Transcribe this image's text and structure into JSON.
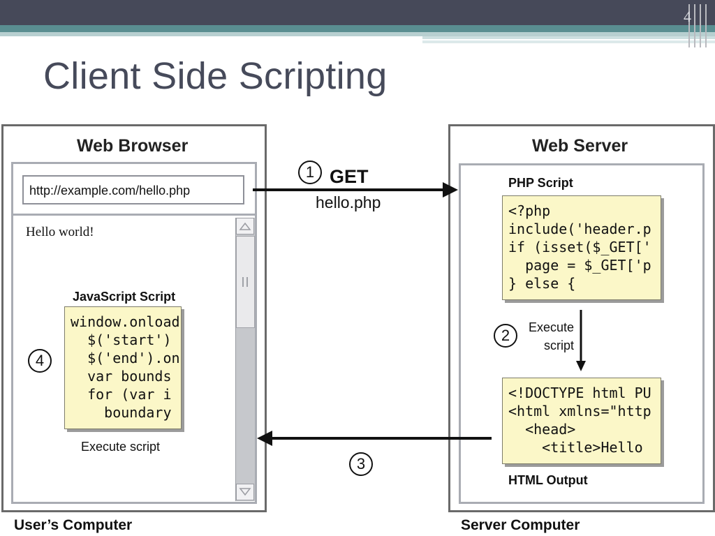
{
  "slide": {
    "page_number": "4",
    "title": "Client Side Scripting"
  },
  "browser": {
    "title": "Web Browser",
    "url": "http://example.com/hello.php",
    "content_text": "Hello world!",
    "js_label": "JavaScript Script",
    "js_code": "window.onload\n  $('start')\n  $('end').on\n  var bounds\n  for (var i\n    boundary",
    "execute_label": "Execute script",
    "step_number": "4",
    "computer_label": "User’s Computer"
  },
  "request": {
    "step_number": "1",
    "method": "GET",
    "file": "hello.php"
  },
  "server": {
    "title": "Web Server",
    "php_label": "PHP Script",
    "php_code": "<?php\ninclude('header.p\nif (isset($_GET['\n  page = $_GET['p\n} else {",
    "execute_step_number": "2",
    "execute_label": "Execute\nscript",
    "html_code": "<!DOCTYPE html PU\n<html xmlns=\"http\n  <head>\n    <title>Hello",
    "html_label": "HTML Output",
    "computer_label": "Server Computer"
  },
  "response": {
    "step_number": "3"
  },
  "colors": {
    "top_bar": "#464959",
    "accent": "#5a8e91",
    "code_bg": "#fbf7c8"
  }
}
